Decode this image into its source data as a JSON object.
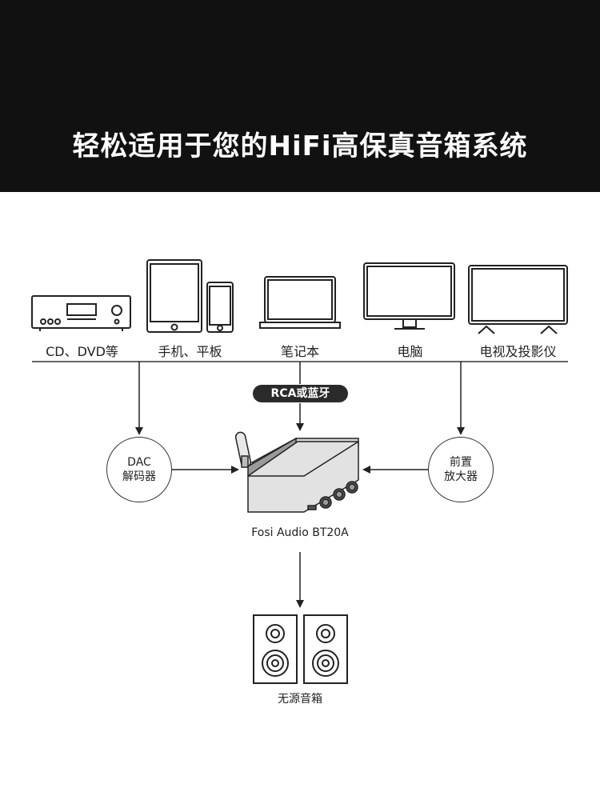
{
  "header": {
    "title": "轻松适用于您的HiFi高保真音箱系统",
    "background": "#111111",
    "text_color": "#ffffff"
  },
  "sources": [
    {
      "label": "CD、DVD等",
      "icon": "cd-player-icon"
    },
    {
      "label": "手机、平板",
      "icon": "tablet-phone-icon"
    },
    {
      "label": "笔记本",
      "icon": "laptop-icon"
    },
    {
      "label": "电脑",
      "icon": "monitor-icon"
    },
    {
      "label": "电视及投影仪",
      "icon": "tv-icon"
    }
  ],
  "connection_label": "RCA或蓝牙",
  "dac": {
    "line1": "DAC",
    "line2": "解码器"
  },
  "preamp": {
    "line1": "前置",
    "line2": "放大器"
  },
  "amplifier": {
    "label": "Fosi Audio BT20A",
    "icon": "amplifier-icon"
  },
  "speakers": {
    "label": "无源音箱",
    "icon": "passive-speakers-icon"
  }
}
